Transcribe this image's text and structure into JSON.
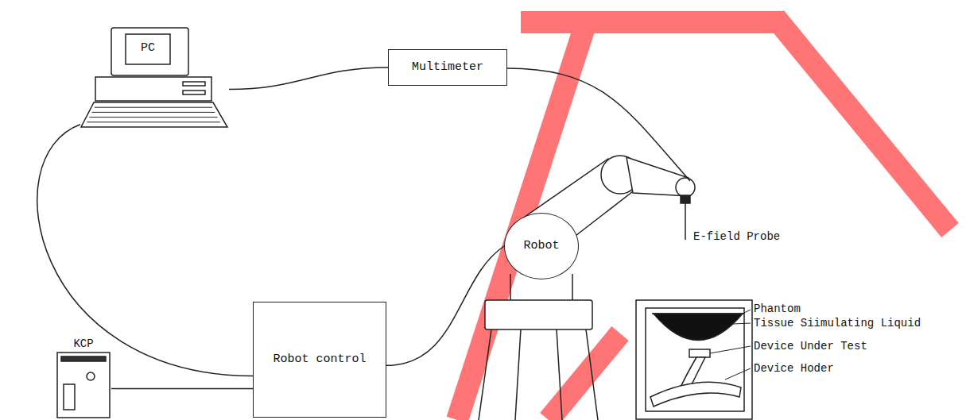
{
  "diagram": {
    "nodes": [
      {
        "text": [
          "PC"
        ]
      },
      {
        "text": [
          "Multimeter"
        ]
      },
      {
        "text": [
          "Robot"
        ]
      },
      {
        "text": [
          "KCP"
        ]
      },
      {
        "text": [
          "Robot control"
        ]
      }
    ],
    "edges": [
      {
        "from": 0,
        "to": 1,
        "arrow": "none"
      },
      {
        "from": 0,
        "to": 4,
        "arrow": "none"
      },
      {
        "from": 3,
        "to": 4,
        "arrow": "none"
      },
      {
        "from": 4,
        "to": 2,
        "arrow": "none"
      }
    ],
    "labels": [
      "E-field Probe",
      "Phantom",
      "Tissue Siimulating Liquid",
      "Device Under Test",
      "Device Hoder"
    ]
  }
}
